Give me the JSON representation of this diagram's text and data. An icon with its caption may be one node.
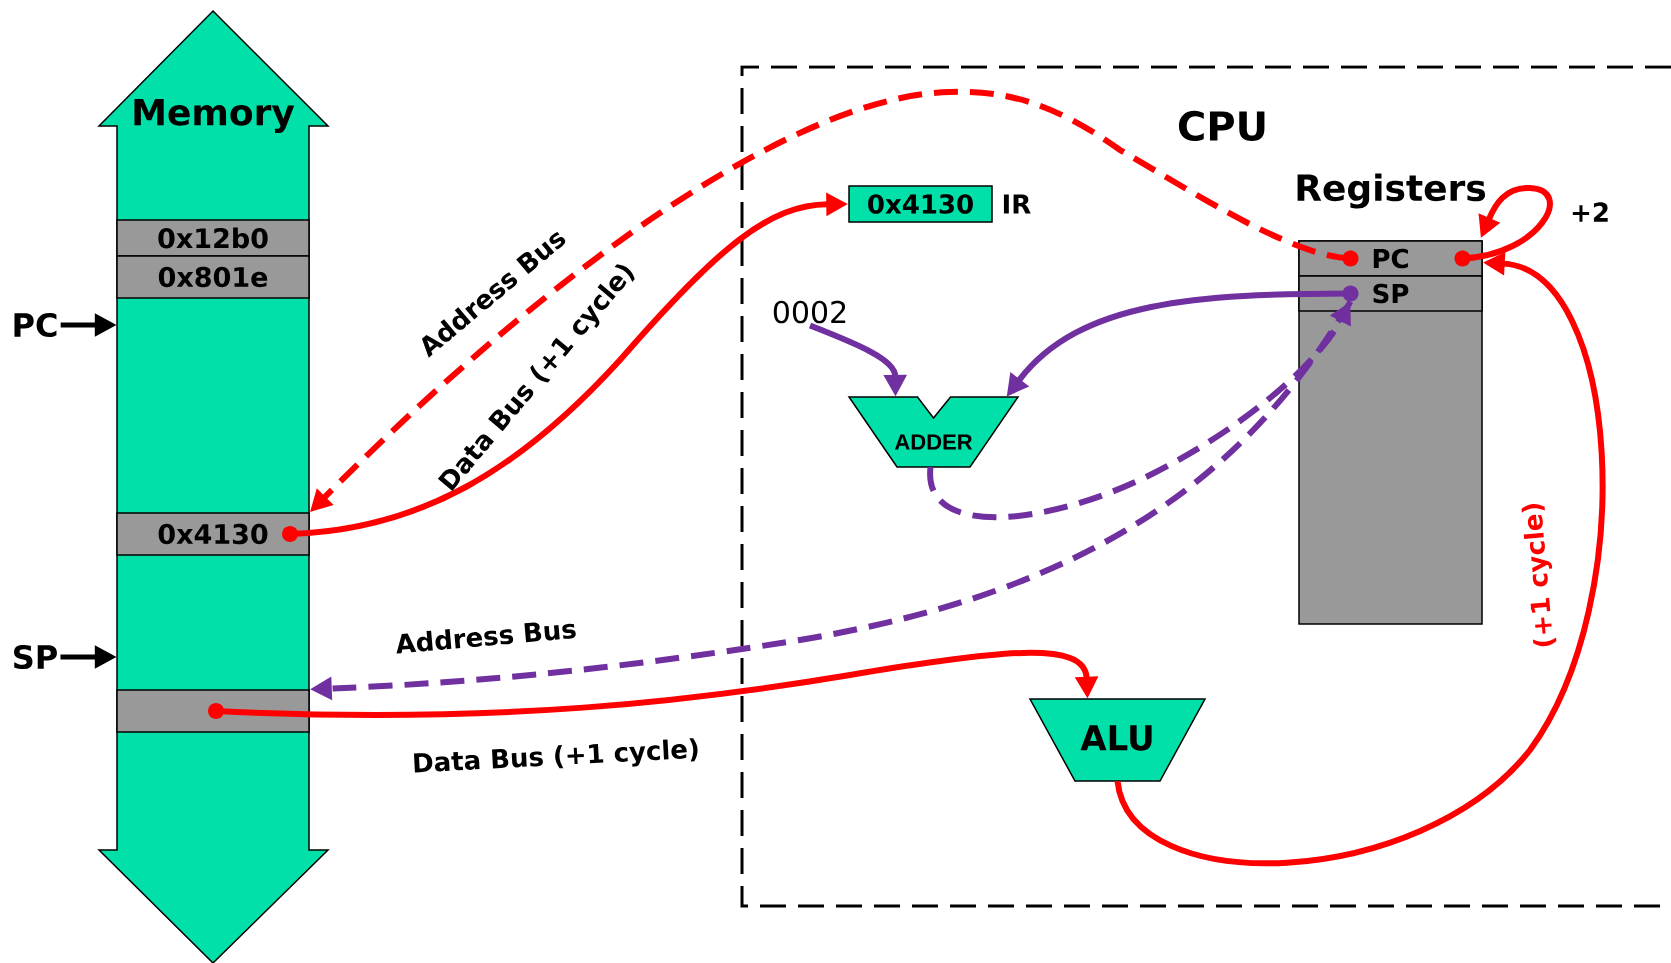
{
  "diagram": {
    "nodes": [
      {
        "text": [
          "Memory"
        ]
      },
      {
        "text": [
          "0x12b0"
        ],
        "in": 0
      },
      {
        "text": [
          "0x801e"
        ],
        "in": 0
      },
      {
        "text": [
          "0x4130"
        ],
        "in": 0
      },
      {
        "text": [],
        "shape": "box",
        "in": 0
      },
      {
        "text": [
          "CPU"
        ]
      },
      {
        "text": [
          "0x4130"
        ],
        "beside": [
          "IR"
        ],
        "in": 5
      },
      {
        "text": [
          "Registers"
        ],
        "in": 5
      },
      {
        "text": [
          "PC"
        ],
        "in": 7
      },
      {
        "text": [
          "SP"
        ],
        "in": 7
      },
      {
        "text": [
          "0002"
        ],
        "in": 5
      },
      {
        "text": [
          "ADDER"
        ],
        "in": 5
      },
      {
        "text": [
          "ALU"
        ],
        "in": 5
      },
      {
        "text": [
          "PC"
        ]
      },
      {
        "text": [
          "SP"
        ]
      }
    ],
    "edges": [
      {
        "from": 8,
        "to": 3,
        "arrow": "to",
        "label": "Address Bus",
        "style": "dashed"
      },
      {
        "from": 3,
        "to": 6,
        "arrow": "to",
        "label": "Data Bus (+1 cycle)"
      },
      {
        "from": 10,
        "to": 11,
        "arrow": "to",
        "color": "#7030a0"
      },
      {
        "from": 9,
        "to": 11,
        "arrow": "to",
        "color": "#7030a0"
      },
      {
        "from": 11,
        "to": 9,
        "arrow": "to",
        "style": "dashed",
        "color": "#7030a0"
      },
      {
        "from": 9,
        "to": 4,
        "arrow": "to",
        "label": "Address Bus",
        "style": "dashed",
        "color": "#7030a0"
      },
      {
        "from": 4,
        "to": 12,
        "arrow": "to",
        "label": "Data Bus (+1 cycle)"
      },
      {
        "from": 12,
        "to": 8,
        "arrow": "to",
        "label": "(+1 cycle)"
      },
      {
        "from": 8,
        "to": 8,
        "arrow": "to",
        "label": "+2"
      },
      {
        "from": 13,
        "to": 0,
        "arrow": "to",
        "color": "#000000"
      },
      {
        "from": 14,
        "to": 0,
        "arrow": "to",
        "color": "#000000"
      }
    ]
  }
}
